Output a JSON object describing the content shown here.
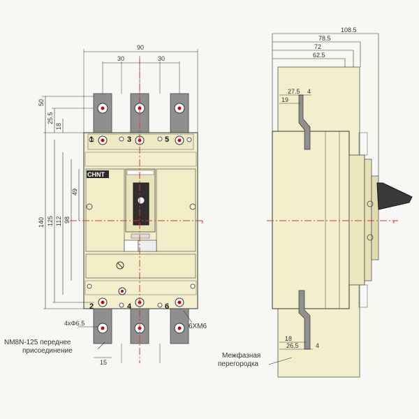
{
  "front": {
    "brand": "CHNT",
    "width_dims": [
      "90",
      "30",
      "30"
    ],
    "height_dims_left_top": [
      "50",
      "25.5",
      "18"
    ],
    "height_dims_left": [
      "140",
      "125",
      "112",
      "98",
      "49"
    ],
    "terminals_top": [
      "1",
      "3",
      "5"
    ],
    "terminals_bottom": [
      "2",
      "4",
      "6"
    ],
    "hole_note": "4xΦ6.5",
    "bottom_dim": "15",
    "screw_note": "6XM6",
    "caption_line1": "NM8N-125 переднее",
    "caption_line2": "присоединение"
  },
  "side": {
    "depth_dims": [
      "108.5",
      "78.5",
      "72",
      "62.5"
    ],
    "top_dims": [
      "27.5",
      "4",
      "19"
    ],
    "bottom_dims": [
      "18",
      "26.5",
      "4"
    ],
    "caption_line1": "Межфазная",
    "caption_line2": "перегородка"
  },
  "colors": {
    "body": "#f3efcc",
    "busbar": "#8f8f8f",
    "line": "#333333",
    "axis": "#e03030"
  }
}
